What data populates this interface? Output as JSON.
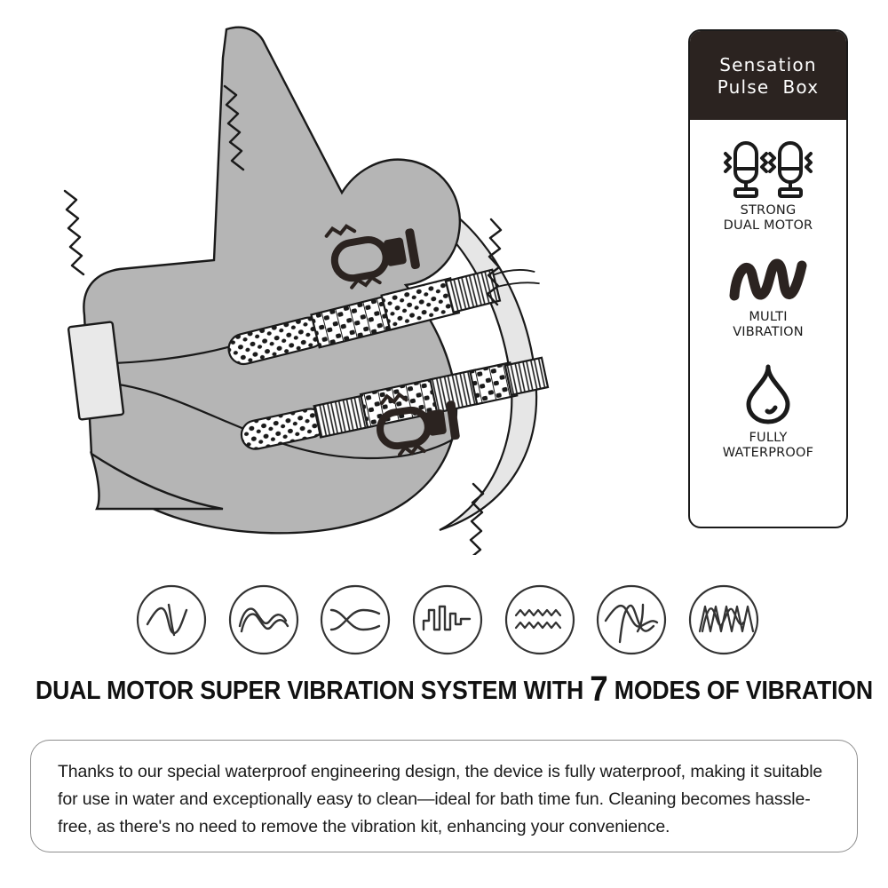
{
  "panel": {
    "header": {
      "line1": "Sensation",
      "line2": "Pulse  Box",
      "bg_color": "#2b2320",
      "text_color": "#ffffff"
    },
    "features": [
      {
        "icon": "dual-motor-icon",
        "label": "STRONG\nDUAL MOTOR"
      },
      {
        "icon": "multi-vibration-squiggle-icon",
        "label": "MULTI\nVIBRATION"
      },
      {
        "icon": "water-droplet-icon",
        "label": "FULLY\nWATERPROOF"
      }
    ]
  },
  "modes": {
    "count": 7,
    "items": [
      {
        "icon": "waveform-sine-damped-icon"
      },
      {
        "icon": "waveform-double-hump-icon"
      },
      {
        "icon": "waveform-crossing-icon"
      },
      {
        "icon": "waveform-square-pulse-icon"
      },
      {
        "icon": "waveform-ripple-icon"
      },
      {
        "icon": "waveform-mixed-peak-icon"
      },
      {
        "icon": "waveform-dense-zigzag-icon"
      }
    ]
  },
  "headline": {
    "before": "DUAL MOTOR SUPER VIBRATION SYSTEM WITH ",
    "number": "7",
    "after": " MODES OF VIBRATION"
  },
  "description": {
    "text": "Thanks to our special waterproof engineering design, the device is fully waterproof, making it suitable for use in water and exceptionally easy to clean—ideal for bath time fun. Cleaning becomes hassle-free, as there's no need to remove the vibration kit, enhancing your convenience."
  },
  "illustration": {
    "name": "vibration-sleeve-product-illustration",
    "body_color": "#b5b5b5",
    "highlight_color": "#e6e6e6",
    "outline_color": "#1a1a1a",
    "parts": [
      {
        "name": "motor-bullet-upper"
      },
      {
        "name": "motor-bullet-lower"
      },
      {
        "name": "textured-vibration-strip-upper"
      },
      {
        "name": "textured-vibration-strip-lower"
      },
      {
        "name": "control-tab"
      },
      {
        "name": "vibration-zigzag-marks"
      }
    ]
  }
}
